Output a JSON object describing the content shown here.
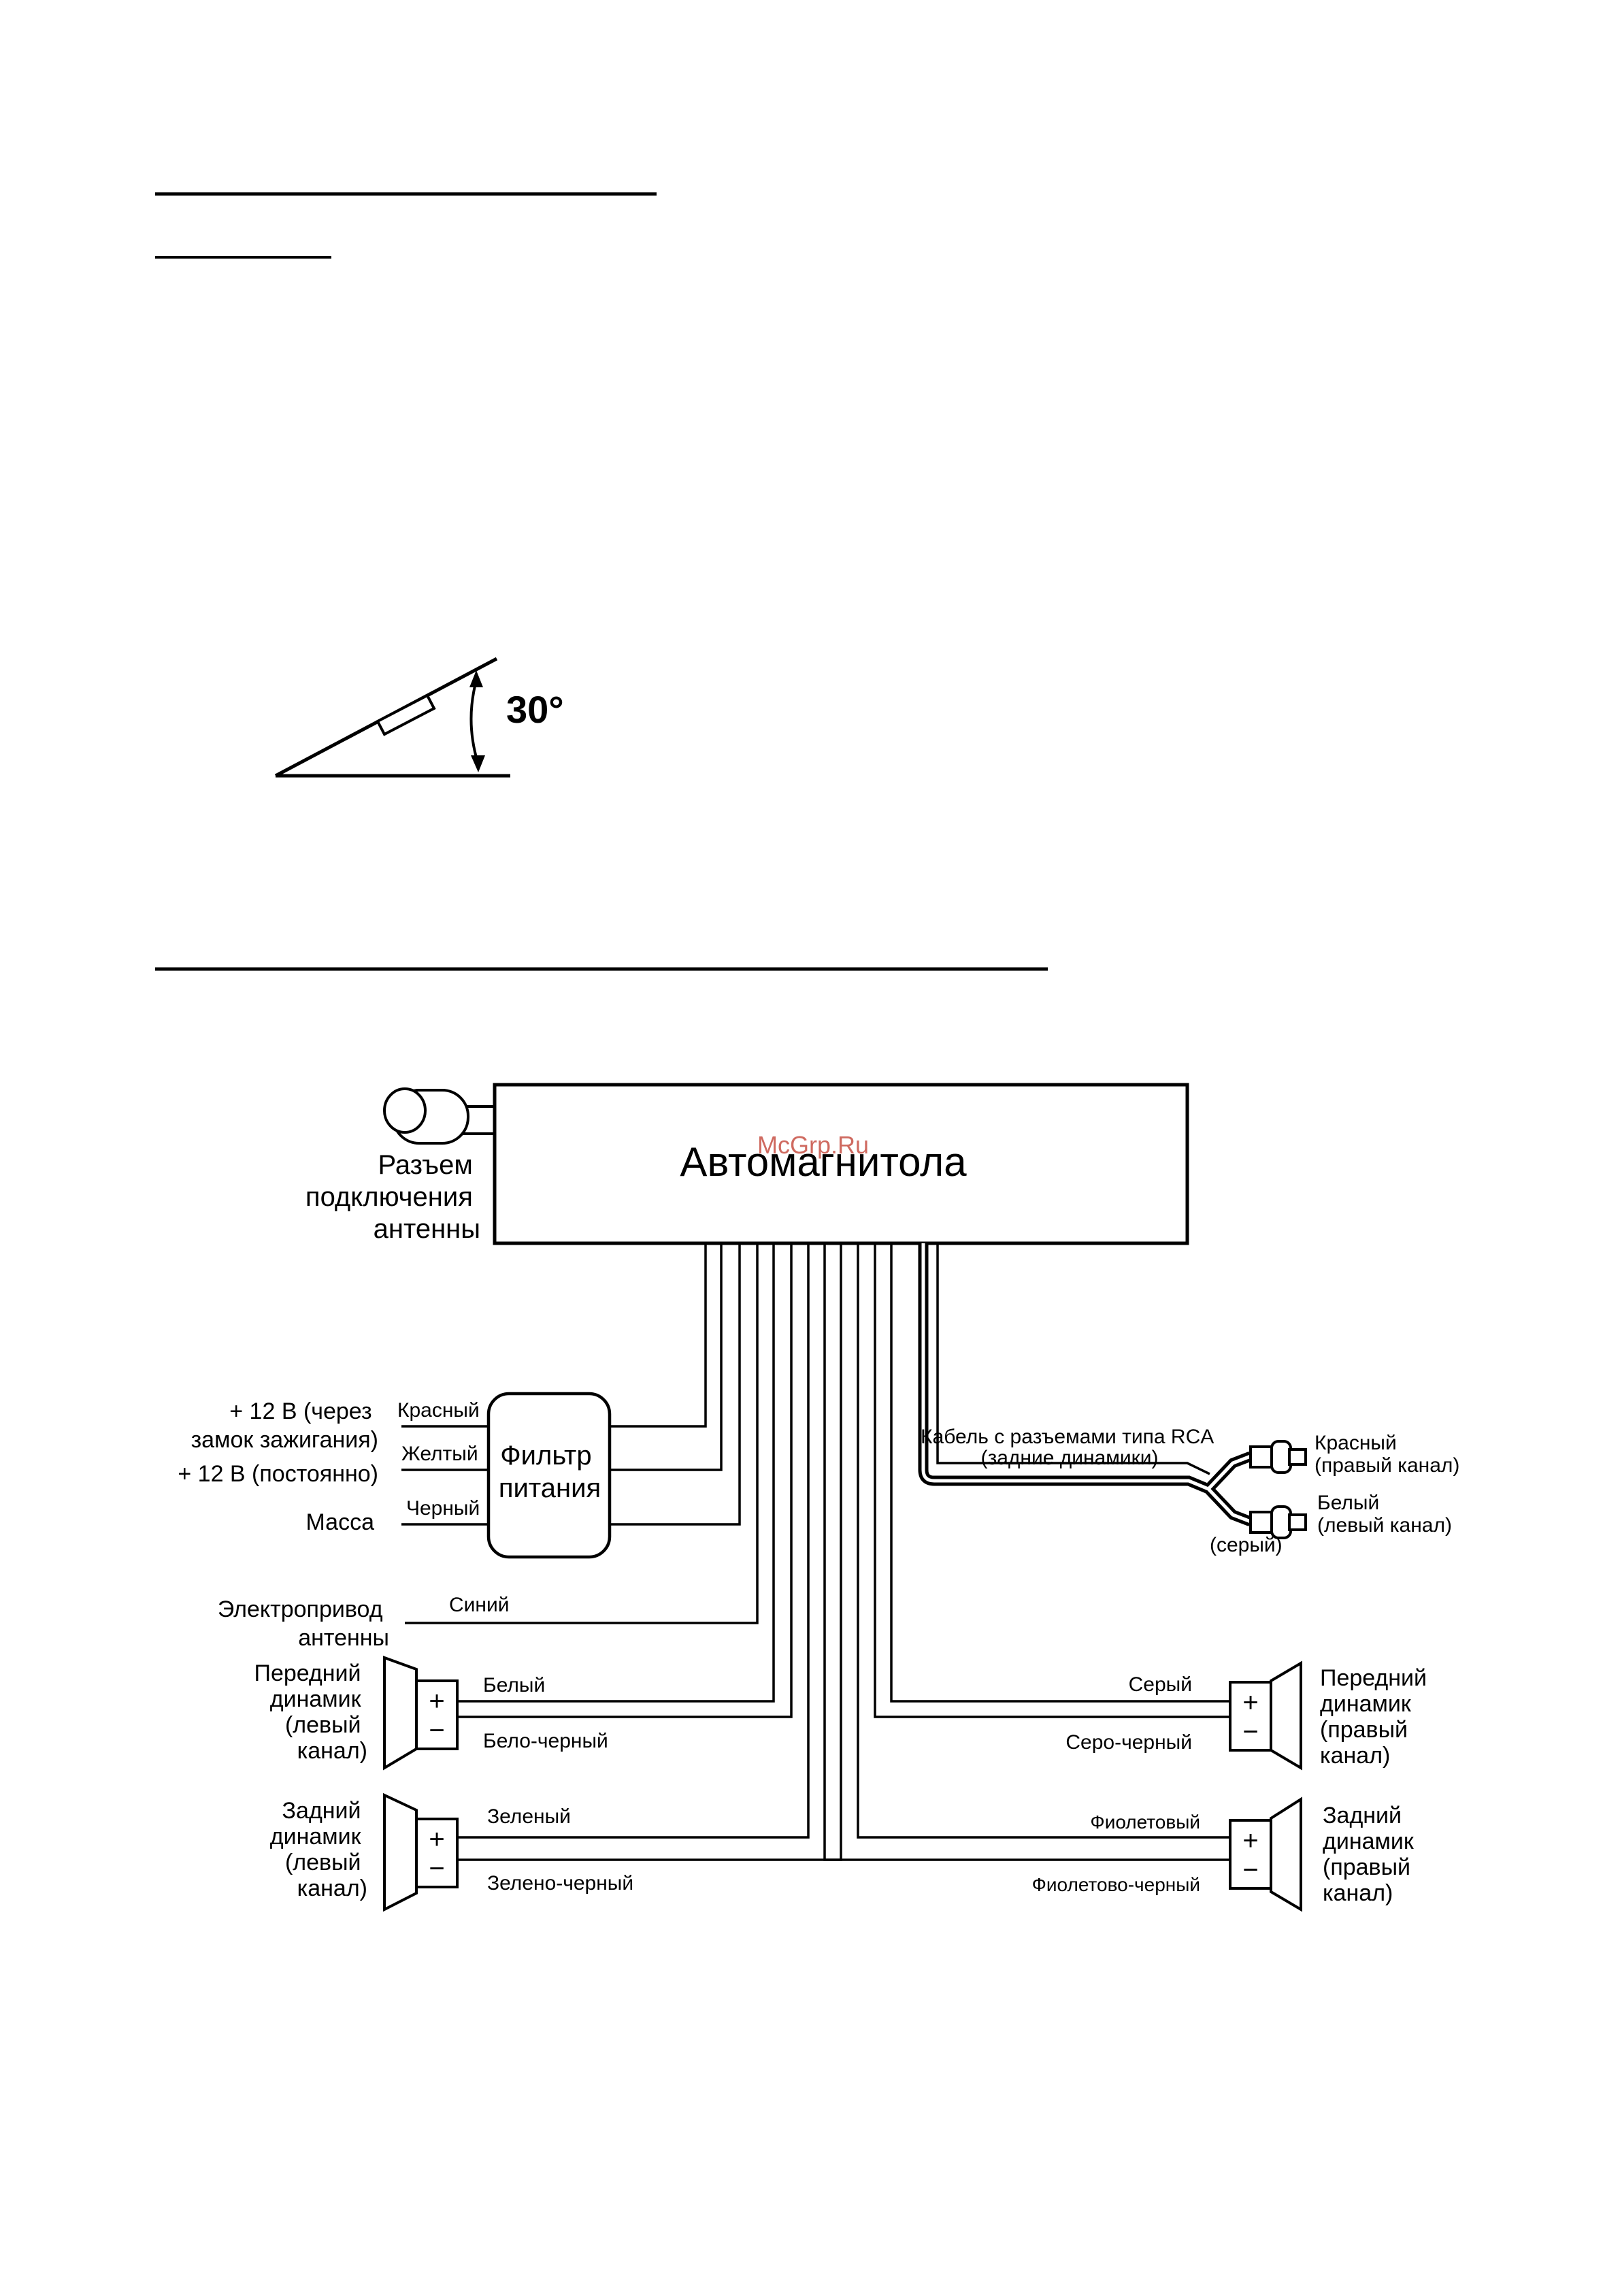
{
  "mount": {
    "angle_label": "30°"
  },
  "watermark": "McGrp.Ru",
  "head_unit": {
    "title": "Автомагнитола",
    "antenna_connector": [
      "Разъем",
      "подключения",
      "антенны"
    ]
  },
  "power_filter": {
    "title": [
      "Фильтр",
      "питания"
    ],
    "inputs": [
      {
        "wire": "Красный",
        "label": [
          "+ 12 В (через",
          "замок зажигания)"
        ]
      },
      {
        "wire": "Желтый",
        "label": [
          "+ 12 В (постоянно)"
        ]
      },
      {
        "wire": "Черный",
        "label": [
          "Масса"
        ]
      }
    ]
  },
  "power_antenna": {
    "label": [
      "Электропривод",
      "антенны"
    ],
    "wire": "Синий"
  },
  "rca": {
    "label": [
      "Кабель с разъемами типа RCA",
      "(задние динамики)"
    ],
    "outputs": [
      {
        "label": [
          "Красный",
          "(правый канал)"
        ]
      },
      {
        "label": [
          "Белый",
          "(левый канал)"
        ]
      }
    ],
    "cable_color": "(серый)"
  },
  "speakers": [
    {
      "id": "front-left",
      "label": [
        "Передний",
        "динамик",
        "(левый",
        "канал)"
      ],
      "plus_wire": "Белый",
      "minus_wire": "Бело-черный"
    },
    {
      "id": "rear-left",
      "label": [
        "Задний",
        "динамик",
        "(левый",
        "канал)"
      ],
      "plus_wire": "Зеленый",
      "minus_wire": "Зелено-черный"
    },
    {
      "id": "front-right",
      "label": [
        "Передний",
        "динамик",
        "(правый",
        "канал)"
      ],
      "plus_wire": "Серый",
      "minus_wire": "Серо-черный"
    },
    {
      "id": "rear-right",
      "label": [
        "Задний",
        "динамик",
        "(правый",
        "канал)"
      ],
      "plus_wire": "Фиолетовый",
      "minus_wire": "Фиолетово-черный"
    }
  ],
  "polarity": {
    "plus": "+",
    "minus": "−"
  },
  "colors": {
    "ink": "#000000",
    "paper": "#ffffff",
    "watermark": "#c0392b"
  }
}
